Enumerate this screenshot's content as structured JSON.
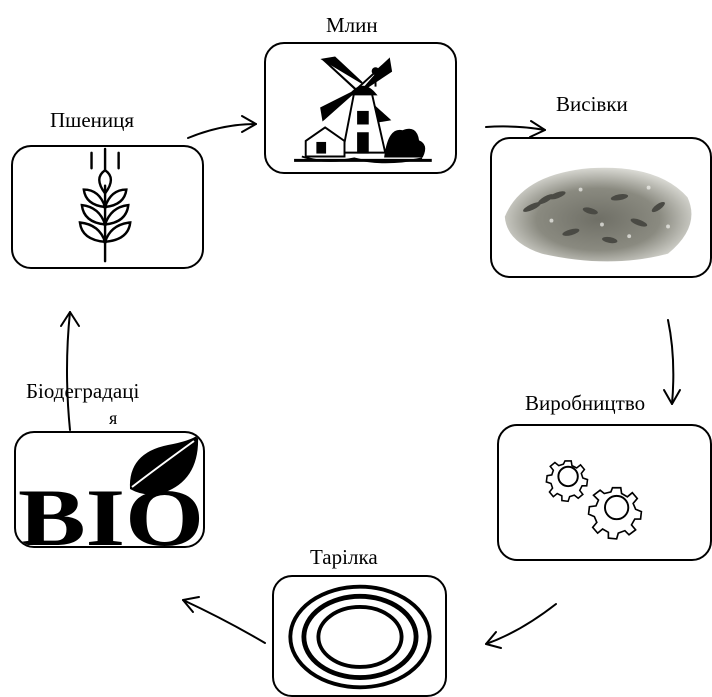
{
  "nodes": {
    "mill": {
      "label": "Млин",
      "icon": "windmill-icon"
    },
    "bran": {
      "label": "Висівки",
      "icon": "bran-pile-image"
    },
    "production": {
      "label": "Виробництво",
      "icon": "gears-icon"
    },
    "plate": {
      "label": "Тарілка",
      "icon": "plate-icon"
    },
    "biodegradation": {
      "label_line1": "Біодеградаці",
      "label_line2": "я",
      "icon": "bio-logo",
      "logo_text": "BIO"
    },
    "wheat": {
      "label": "Пшениця",
      "icon": "wheat-ear-icon"
    }
  },
  "colors": {
    "ink": "#000000",
    "background": "#ffffff",
    "bran_tone": "#8a8a80"
  }
}
